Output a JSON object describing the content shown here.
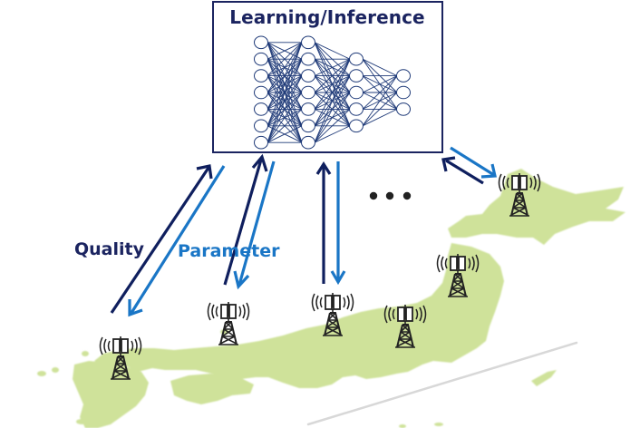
{
  "diagram": {
    "title": "Learning/Inference",
    "labels": {
      "uplink": "Quality",
      "downlink": "Parameter"
    },
    "ellipsis": "• • •",
    "colors": {
      "uplink_arrow": "#0f1f5e",
      "downlink_arrow": "#1a76c6",
      "uplink_text": "#1b2460",
      "downlink_text": "#1a76c6",
      "box_border": "#1b2460",
      "network": "#1f3a78",
      "map_land": "#cfe29a",
      "tower": "#222222"
    },
    "neural_network": {
      "layers": [
        7,
        7,
        5,
        3
      ]
    },
    "base_stations": [
      {
        "id": "tower-kyushu",
        "icon": "cell-tower-icon"
      },
      {
        "id": "tower-chugoku",
        "icon": "cell-tower-icon"
      },
      {
        "id": "tower-kansai",
        "icon": "cell-tower-icon"
      },
      {
        "id": "tower-kanto",
        "icon": "cell-tower-icon"
      },
      {
        "id": "tower-tohoku",
        "icon": "cell-tower-icon"
      },
      {
        "id": "tower-hokkaido",
        "icon": "cell-tower-icon"
      }
    ]
  }
}
